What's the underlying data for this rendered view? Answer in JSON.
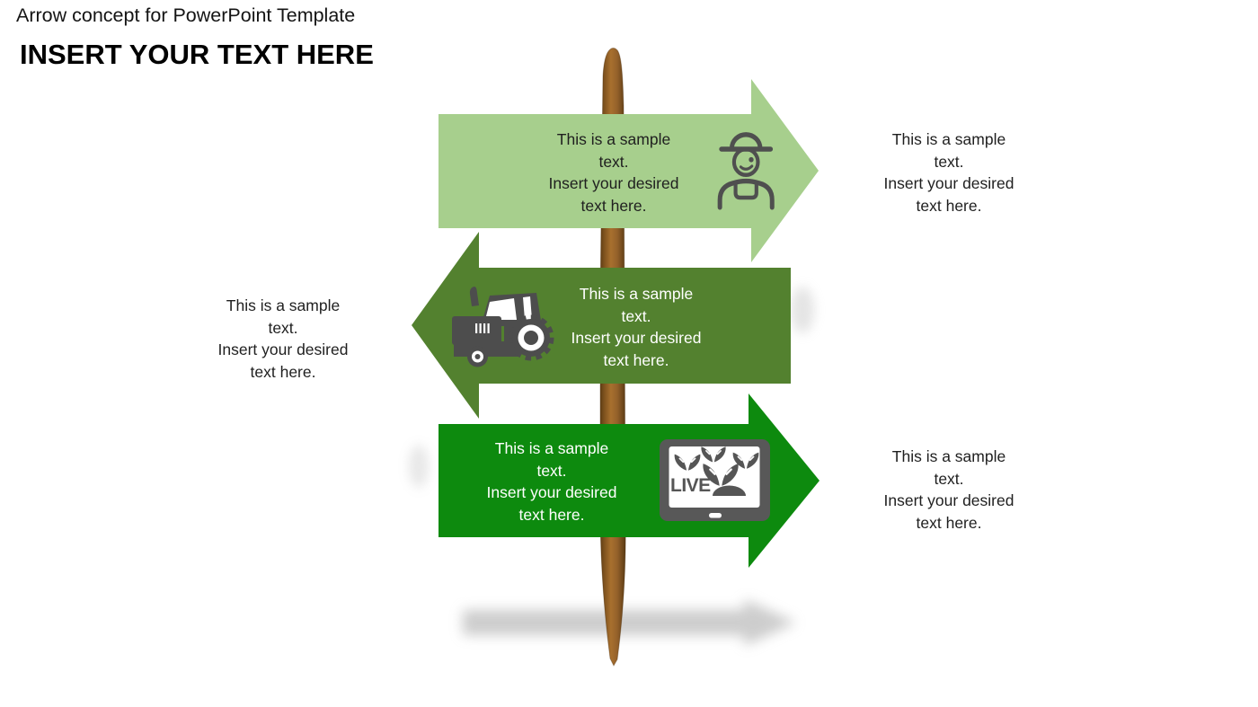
{
  "slide": {
    "title": "Arrow concept for PowerPoint Template",
    "heading": "INSERT YOUR TEXT HERE"
  },
  "arrows": [
    {
      "id": "top",
      "direction": "right",
      "fill": "#a7cf8d",
      "text_color": "#1f1f1f",
      "icon": "farmer-icon",
      "lines": [
        "This is a sample",
        "text.",
        "Insert your desired",
        "text here."
      ]
    },
    {
      "id": "middle",
      "direction": "left",
      "fill": "#53812f",
      "text_color": "#ffffff",
      "icon": "tractor-icon",
      "lines": [
        "This is a sample",
        "text.",
        "Insert your desired",
        "text here."
      ]
    },
    {
      "id": "bottom",
      "direction": "right",
      "fill": "#0d8a0e",
      "text_color": "#ffffff",
      "icon": "live-monitor-icon",
      "icon_label": "LIVE",
      "lines": [
        "This is a sample",
        "text.",
        "Insert your desired",
        "text here."
      ]
    }
  ],
  "side_texts": [
    {
      "id": "right-of-top-arrow",
      "lines": [
        "This is a sample",
        "text.",
        "Insert your desired",
        "text here."
      ]
    },
    {
      "id": "left-of-middle-arrow",
      "lines": [
        "This is a sample",
        "text.",
        "Insert your desired",
        "text here."
      ]
    },
    {
      "id": "right-of-bottom-arrow",
      "lines": [
        "This is a sample",
        "text.",
        "Insert your desired",
        "text here."
      ]
    }
  ],
  "colors": {
    "light_green": "#a7cf8d",
    "olive_green": "#53812f",
    "vivid_green": "#0d8a0e",
    "pole_brown": "#9c672a",
    "icon_gray": "#4d4d4d",
    "shadow_gray": "#9b9b9b",
    "background": "#ffffff"
  }
}
